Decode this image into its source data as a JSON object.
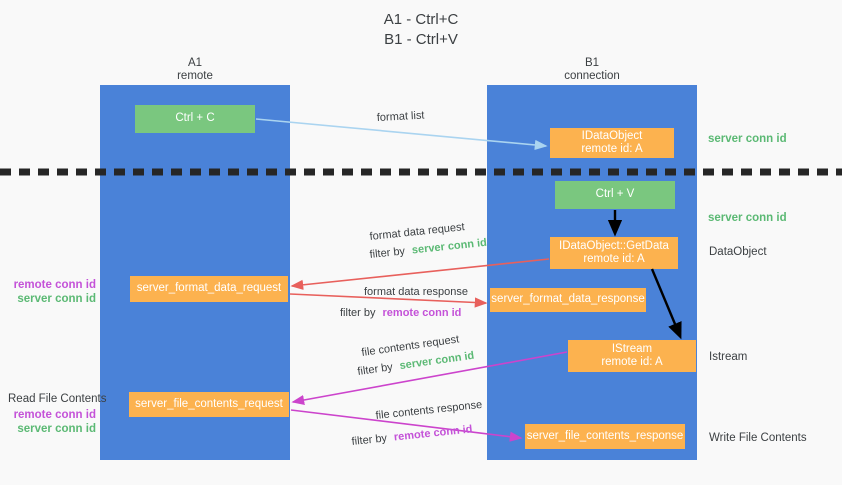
{
  "title": {
    "line1": "A1 - Ctrl+C",
    "line2": "B1 - Ctrl+V"
  },
  "lanes": {
    "a1": {
      "name": "A1",
      "role": "remote"
    },
    "b1": {
      "name": "B1",
      "role": "connection"
    }
  },
  "boxes": {
    "ctrl_c": {
      "label": "Ctrl + C"
    },
    "ctrl_v": {
      "label": "Ctrl + V"
    },
    "idataobject": {
      "line1": "IDataObject",
      "line2": "remote id: A"
    },
    "getdata": {
      "line1": "IDataObject::GetData",
      "line2": "remote id: A"
    },
    "istream": {
      "line1": "IStream",
      "line2": "remote id: A"
    },
    "format_data_request": {
      "label": "server_format_data_request"
    },
    "format_data_response": {
      "label": "server_format_data_response"
    },
    "file_contents_request": {
      "label": "server_file_contents_request"
    },
    "file_contents_response": {
      "label": "server_file_contents_response"
    }
  },
  "annotations": {
    "server_conn_id_top": "server conn id",
    "server_conn_id_mid": "server conn id",
    "dataobject": "DataObject",
    "istream": "Istream",
    "write_file_contents": "Write File Contents",
    "read_file_contents": "Read File Contents",
    "remote_conn_id": "remote conn id",
    "server_conn_id": "server conn id"
  },
  "wires": {
    "format_list": "format list",
    "format_data_request": "format data request",
    "format_data_response": "format data response",
    "file_contents_request": "file contents request",
    "file_contents_response": "file contents response",
    "filter_by": "filter by",
    "server_conn_id": "server conn id",
    "remote_conn_id": "remote conn id"
  },
  "colors": {
    "lane": "#4a82d8",
    "green_box": "#7ac77f",
    "orange_box": "#fcb24f",
    "server_conn_id": "#5bb974",
    "remote_conn_id": "#c452d8",
    "red_arrow": "#e8605c",
    "magenta_arrow": "#cc44cc",
    "blue_arrow": "#aad4f0",
    "black_arrow": "#000000",
    "divider": "#262626"
  }
}
